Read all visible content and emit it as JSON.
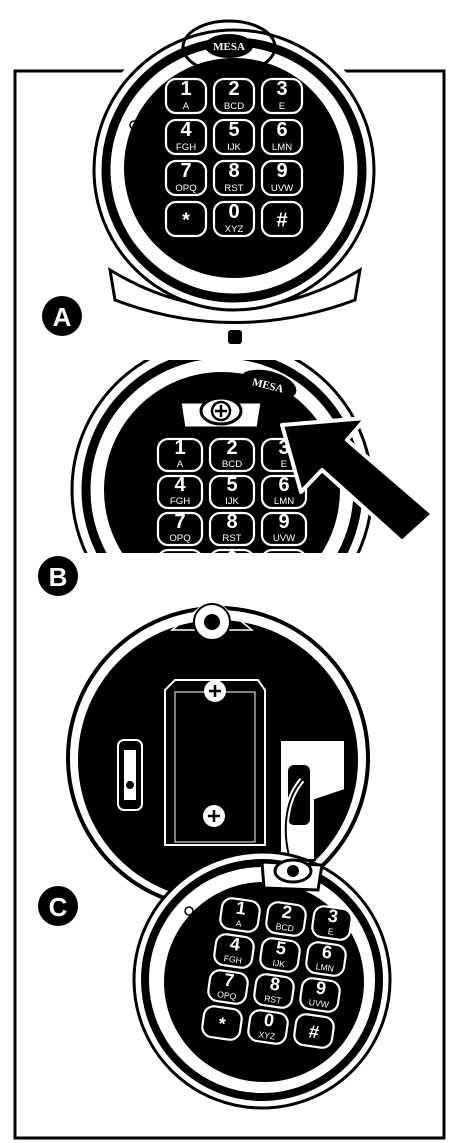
{
  "brand": "MESA",
  "panels": [
    {
      "id": "A",
      "label": "A"
    },
    {
      "id": "B",
      "label": "B"
    },
    {
      "id": "C",
      "label": "C"
    }
  ],
  "keys": [
    {
      "main": "1",
      "sub": "A"
    },
    {
      "main": "2",
      "sub": "BCD"
    },
    {
      "main": "3",
      "sub": "E"
    },
    {
      "main": "4",
      "sub": "FGH"
    },
    {
      "main": "5",
      "sub": "IJK"
    },
    {
      "main": "6",
      "sub": "LMN"
    },
    {
      "main": "7",
      "sub": "OPQ"
    },
    {
      "main": "8",
      "sub": "RST"
    },
    {
      "main": "9",
      "sub": "UVW"
    },
    {
      "main": "*",
      "sub": ""
    },
    {
      "main": "0",
      "sub": "XYZ"
    },
    {
      "main": "#",
      "sub": ""
    }
  ],
  "colors": {
    "ink": "#000000",
    "paper": "#ffffff",
    "body_grey": "#d9d9d9"
  }
}
